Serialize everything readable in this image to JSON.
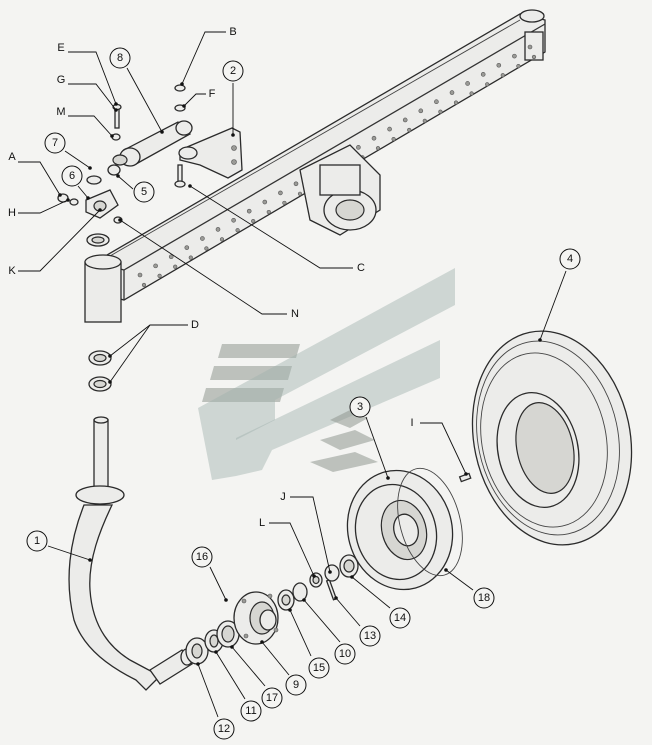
{
  "labels": [
    {
      "id": "1",
      "text": "1",
      "shape": "circle"
    },
    {
      "id": "2",
      "text": "2",
      "shape": "circle"
    },
    {
      "id": "3",
      "text": "3",
      "shape": "circle"
    },
    {
      "id": "4",
      "text": "4",
      "shape": "circle"
    },
    {
      "id": "5",
      "text": "5",
      "shape": "circle"
    },
    {
      "id": "6",
      "text": "6",
      "shape": "circle"
    },
    {
      "id": "7",
      "text": "7",
      "shape": "circle"
    },
    {
      "id": "8",
      "text": "8",
      "shape": "circle"
    },
    {
      "id": "9",
      "text": "9",
      "shape": "circle"
    },
    {
      "id": "10",
      "text": "10",
      "shape": "circle"
    },
    {
      "id": "11",
      "text": "11",
      "shape": "circle"
    },
    {
      "id": "12",
      "text": "12",
      "shape": "circle"
    },
    {
      "id": "13",
      "text": "13",
      "shape": "circle"
    },
    {
      "id": "14",
      "text": "14",
      "shape": "circle"
    },
    {
      "id": "15",
      "text": "15",
      "shape": "circle"
    },
    {
      "id": "16",
      "text": "16",
      "shape": "circle"
    },
    {
      "id": "17",
      "text": "17",
      "shape": "circle"
    },
    {
      "id": "18",
      "text": "18",
      "shape": "circle"
    },
    {
      "id": "A",
      "text": "A",
      "shape": "letter"
    },
    {
      "id": "B",
      "text": "B",
      "shape": "letter"
    },
    {
      "id": "C",
      "text": "C",
      "shape": "letter"
    },
    {
      "id": "D",
      "text": "D",
      "shape": "letter"
    },
    {
      "id": "E",
      "text": "E",
      "shape": "letter"
    },
    {
      "id": "F",
      "text": "F",
      "shape": "letter"
    },
    {
      "id": "G",
      "text": "G",
      "shape": "letter"
    },
    {
      "id": "H",
      "text": "H",
      "shape": "letter"
    },
    {
      "id": "I",
      "text": "I",
      "shape": "letter"
    },
    {
      "id": "J",
      "text": "J",
      "shape": "letter"
    },
    {
      "id": "K",
      "text": "K",
      "shape": "letter"
    },
    {
      "id": "L",
      "text": "L",
      "shape": "letter"
    },
    {
      "id": "M",
      "text": "M",
      "shape": "letter"
    },
    {
      "id": "N",
      "text": "N",
      "shape": "letter"
    }
  ],
  "watermark": {
    "name": "watermark-logo",
    "gray": "#8f9890",
    "teal": "#9fb2ae"
  }
}
